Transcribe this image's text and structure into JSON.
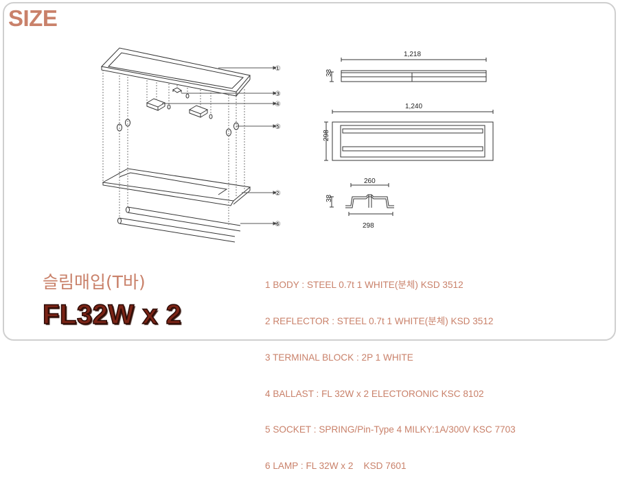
{
  "header": {
    "title": "SIZE"
  },
  "callouts": [
    "①",
    "②",
    "③",
    "④",
    "⑤",
    "⑥"
  ],
  "dimensions": {
    "top_width": "1,218",
    "top_height": "38",
    "plan_width": "1,240",
    "plan_height": "298",
    "section_top": "260",
    "section_height": "38",
    "section_bottom": "298"
  },
  "specs": [
    "1 BODY : STEEL 0.7t 1 WHITE(분체) KSD 3512",
    "2 REFLECTOR : STEEL 0.7t 1 WHITE(분체) KSD 3512",
    "3 TERMINAL BLOCK : 2P 1 WHITE",
    "4 BALLAST : FL 32W x 2 ELECTORONIC KSC 8102",
    "5 SOCKET : SPRING/Pin-Type 4 MILKY:1A/300V KSC 7703",
    "6 LAMP : FL 32W x 2    KSD 7601"
  ],
  "product": {
    "type": "슬림매입(T바)",
    "model": "FL32W x 2"
  },
  "colors": {
    "accent": "#c9816a",
    "model": "#7a2416",
    "border": "#cfcfcf"
  }
}
